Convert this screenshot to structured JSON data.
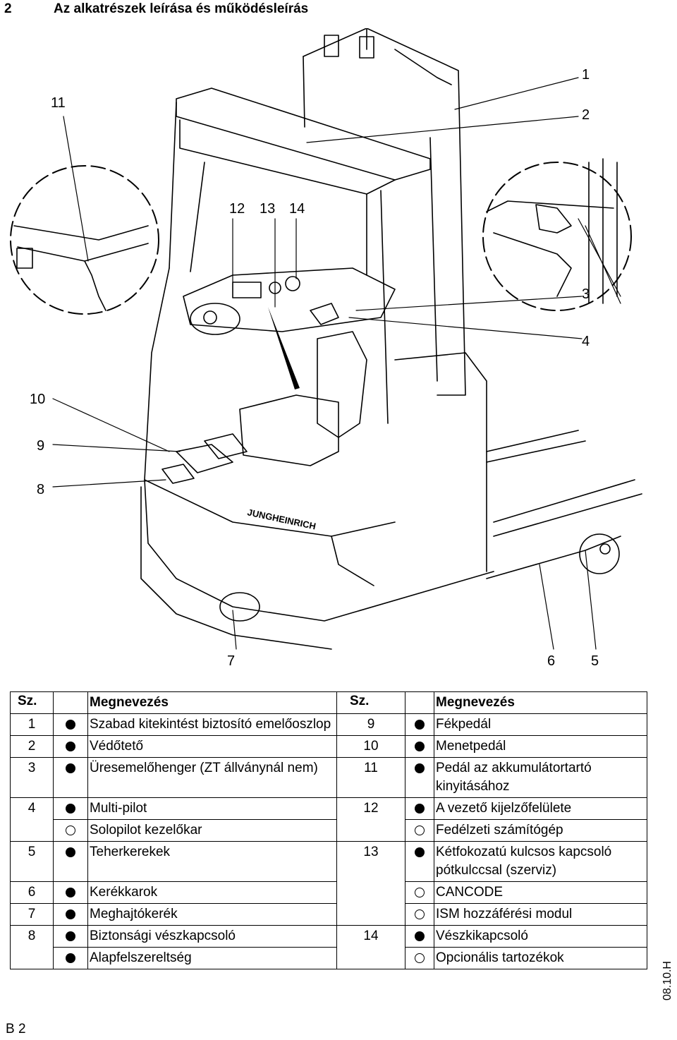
{
  "header": {
    "number": "2",
    "title": "Az alkatrészek leírása és működésleírás"
  },
  "figure": {
    "callouts": [
      "1",
      "2",
      "3",
      "4",
      "5",
      "6",
      "7",
      "8",
      "9",
      "10",
      "11",
      "12",
      "13",
      "14"
    ],
    "brand_text": "JUNGHEINRICH"
  },
  "table": {
    "headers": {
      "no": "Sz.",
      "name": "Megnevezés",
      "no2": "Sz.",
      "name2": "Megnevezés"
    },
    "rows": [
      {
        "no": "1",
        "marker": "filled",
        "name": "Szabad kitekintést biztosító emelőoszlop",
        "no2": "9",
        "marker2": "filled",
        "name2": "Fékpedál"
      },
      {
        "no": "2",
        "marker": "filled",
        "name": "Védőtető",
        "no2": "10",
        "marker2": "filled",
        "name2": "Menetpedál"
      },
      {
        "no": "3",
        "marker": "filled",
        "name": "Üresemelőhenger (ZT állványnál nem)",
        "no2": "11",
        "marker2": "filled",
        "name2": "Pedál az akkumulátortartó kinyitásához"
      },
      {
        "no": "4",
        "marker": "filled",
        "name": "Multi-pilot",
        "no2": "12",
        "marker2": "filled",
        "name2": "A vezető kijelzőfelülete"
      },
      {
        "no": "",
        "marker": "open",
        "name": "Solopilot kezelőkar",
        "no2": "",
        "marker2": "open",
        "name2": "Fedélzeti számítógép"
      },
      {
        "no": "5",
        "marker": "filled",
        "name": "Teherkerekek",
        "no2": "13",
        "marker2": "filled",
        "name2": "Kétfokozatú kulcsos kapcsoló pótkulccsal (szerviz)"
      },
      {
        "no": "6",
        "marker": "filled",
        "name": "Kerékkarok",
        "no2": "",
        "marker2": "open",
        "name2": "CANCODE"
      },
      {
        "no": "7",
        "marker": "filled",
        "name": "Meghajtókerék",
        "no2": "",
        "marker2": "open",
        "name2": "ISM hozzáférési modul"
      },
      {
        "no": "8",
        "marker": "filled",
        "name": "Biztonsági vészkapcsoló",
        "no2": "14",
        "marker2": "filled",
        "name2": "Vészkikapcsoló"
      },
      {
        "no": "",
        "marker": "filled",
        "name": "Alapfelszereltség",
        "no2": "",
        "marker2": "open",
        "name2": "Opcionális tartozékok"
      }
    ]
  },
  "side_code": "08.10.H",
  "footer": "B 2"
}
